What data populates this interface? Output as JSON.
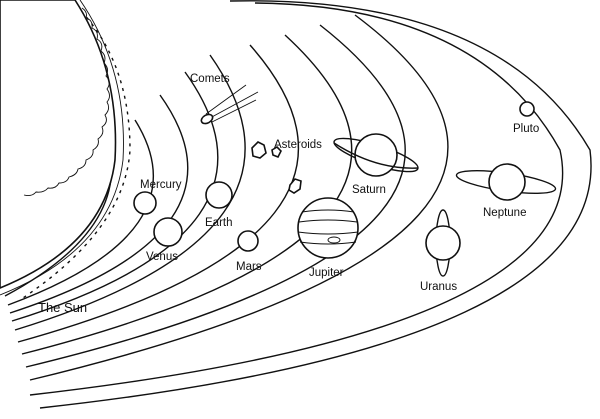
{
  "labels": {
    "sun": "The Sun",
    "mercury": "Mercury",
    "venus": "Venus",
    "earth": "Earth",
    "mars": "Mars",
    "asteroids": "Asteroids",
    "comets": "Comets",
    "jupiter": "Jupiter",
    "saturn": "Saturn",
    "uranus": "Uranus",
    "neptune": "Neptune",
    "pluto": "Pluto"
  },
  "colors": {
    "line": "#111111",
    "background": "#ffffff"
  }
}
